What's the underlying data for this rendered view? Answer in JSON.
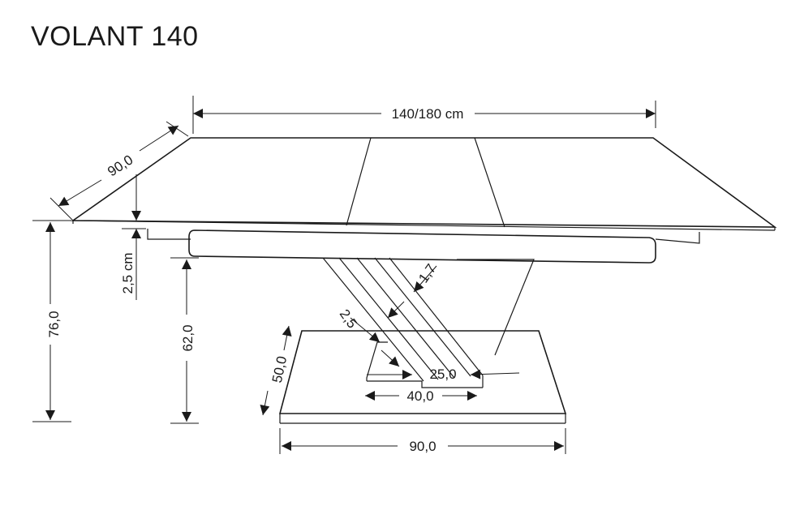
{
  "title": "VOLANT 140",
  "dimensions": {
    "width_extended": "140/180 cm",
    "depth": "90,0",
    "top_thickness": "2,5 cm",
    "total_height": "76,0",
    "leg_height": "62,0",
    "base_depth": "50,0",
    "leg_plate_thickness_1": "1,7",
    "leg_plate_thickness_2": "2,5",
    "leg_bottom_inner": "25,0",
    "leg_bottom_outer": "40,0",
    "base_width": "90,0"
  },
  "colors": {
    "line": "#1a1a1a",
    "background": "#ffffff"
  }
}
